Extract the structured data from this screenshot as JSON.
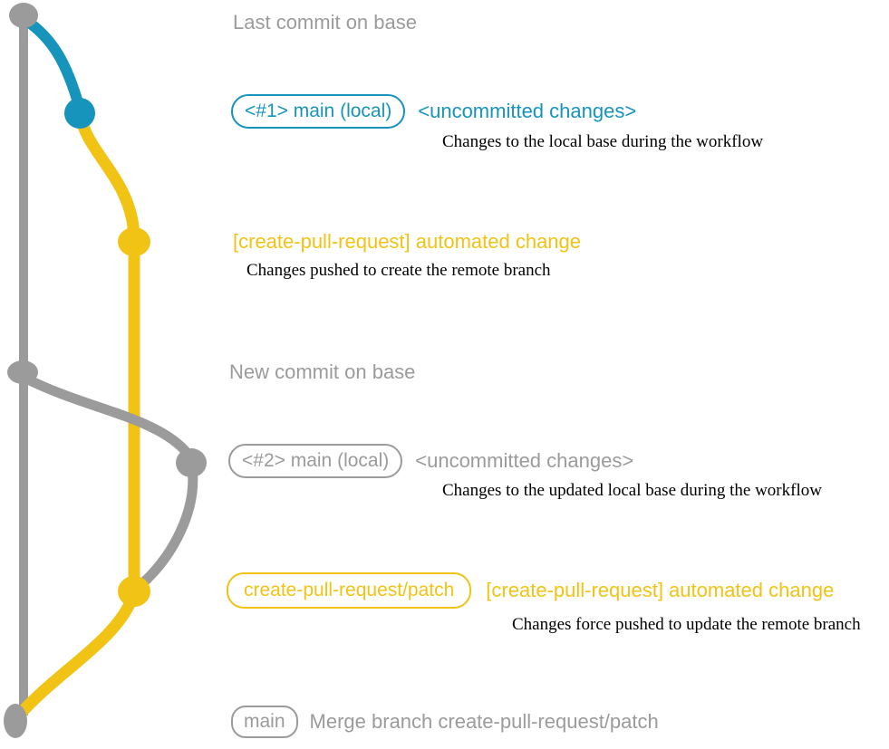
{
  "colors": {
    "gray": "#9b9b9b",
    "blue": "#1794bb",
    "yellow": "#f0c315",
    "description_text": "#000000",
    "background": "#ffffff"
  },
  "graph": {
    "branches": [
      {
        "id": "base",
        "color": "#9b9b9b"
      },
      {
        "id": "local-main",
        "colors": [
          "#1794bb",
          "#9b9b9b"
        ]
      },
      {
        "id": "create-pull-request-patch",
        "color": "#f0c315"
      }
    ],
    "nodes": [
      {
        "id": "last-commit-on-base",
        "color": "#9b9b9b"
      },
      {
        "id": "uncommitted-changes-1",
        "color": "#1794bb"
      },
      {
        "id": "automated-change-1",
        "color": "#f0c315"
      },
      {
        "id": "new-commit-on-base",
        "color": "#9b9b9b"
      },
      {
        "id": "uncommitted-changes-2",
        "color": "#9b9b9b"
      },
      {
        "id": "automated-change-2",
        "color": "#f0c315"
      },
      {
        "id": "merge-commit",
        "color": "#9b9b9b"
      }
    ]
  },
  "rows": {
    "last_commit": {
      "label": "Last commit on base"
    },
    "r1": {
      "badge": "<#1> main (local)",
      "title": "<uncommitted changes>",
      "desc": "Changes to the local base during the workflow"
    },
    "r2": {
      "title": "[create-pull-request] automated change",
      "desc": "Changes pushed to create the remote branch"
    },
    "new_commit": {
      "label": "New commit on base"
    },
    "r3": {
      "badge": "<#2> main (local)",
      "title": "<uncommitted changes>",
      "desc": "Changes to the updated local base during the workflow"
    },
    "r4": {
      "badge": "create-pull-request/patch",
      "title": "[create-pull-request] automated change",
      "desc": "Changes force pushed to update the remote branch"
    },
    "r5": {
      "badge": "main",
      "title": "Merge branch create-pull-request/patch"
    }
  }
}
